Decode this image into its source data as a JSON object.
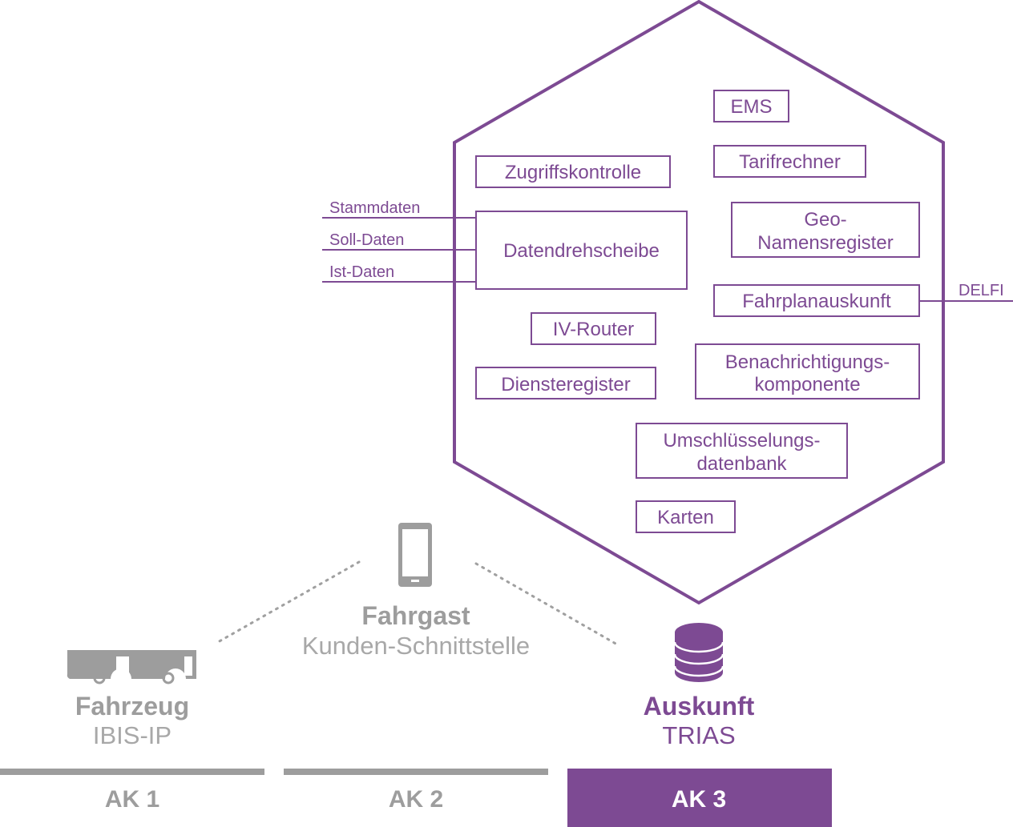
{
  "colors": {
    "accent": "#7d4a93",
    "grey": "#9d9d9d",
    "white": "#ffffff"
  },
  "components": [
    {
      "id": "ems",
      "lines": [
        "EMS"
      ]
    },
    {
      "id": "tarifrechner",
      "lines": [
        "Tarifrechner"
      ]
    },
    {
      "id": "zugriffskontrolle",
      "lines": [
        "Zugriffskontrolle"
      ]
    },
    {
      "id": "datendrehscheibe",
      "lines": [
        "Datendrehscheibe"
      ]
    },
    {
      "id": "geo-namensregister",
      "lines": [
        "Geo-",
        "Namensregister"
      ]
    },
    {
      "id": "fahrplanauskunft",
      "lines": [
        "Fahrplanauskunft"
      ]
    },
    {
      "id": "iv-router",
      "lines": [
        "IV-Router"
      ]
    },
    {
      "id": "diensteregister",
      "lines": [
        "Diensteregister"
      ]
    },
    {
      "id": "benachrichtigungskomponente",
      "lines": [
        "Benachrichtigungs-",
        "komponente"
      ]
    },
    {
      "id": "umschluesselungsdatenbank",
      "lines": [
        "Umschlüsselungs-",
        "datenbank"
      ]
    },
    {
      "id": "karten",
      "lines": [
        "Karten"
      ]
    }
  ],
  "inputs": [
    {
      "label": "Stammdaten"
    },
    {
      "label": "Soll-Daten"
    },
    {
      "label": "Ist-Daten"
    }
  ],
  "output": {
    "label": "DELFI"
  },
  "actors": {
    "fahrzeug": {
      "title": "Fahrzeug",
      "subtitle": "IBIS-IP",
      "icon": "bus-icon"
    },
    "fahrgast": {
      "title": "Fahrgast",
      "subtitle": "Kunden-Schnittstelle",
      "icon": "smartphone-icon"
    },
    "auskunft": {
      "title": "Auskunft",
      "subtitle": "TRIAS",
      "icon": "database-icon"
    }
  },
  "working_groups": [
    {
      "label": "AK 1",
      "active": false
    },
    {
      "label": "AK 2",
      "active": false
    },
    {
      "label": "AK 3",
      "active": true
    }
  ]
}
